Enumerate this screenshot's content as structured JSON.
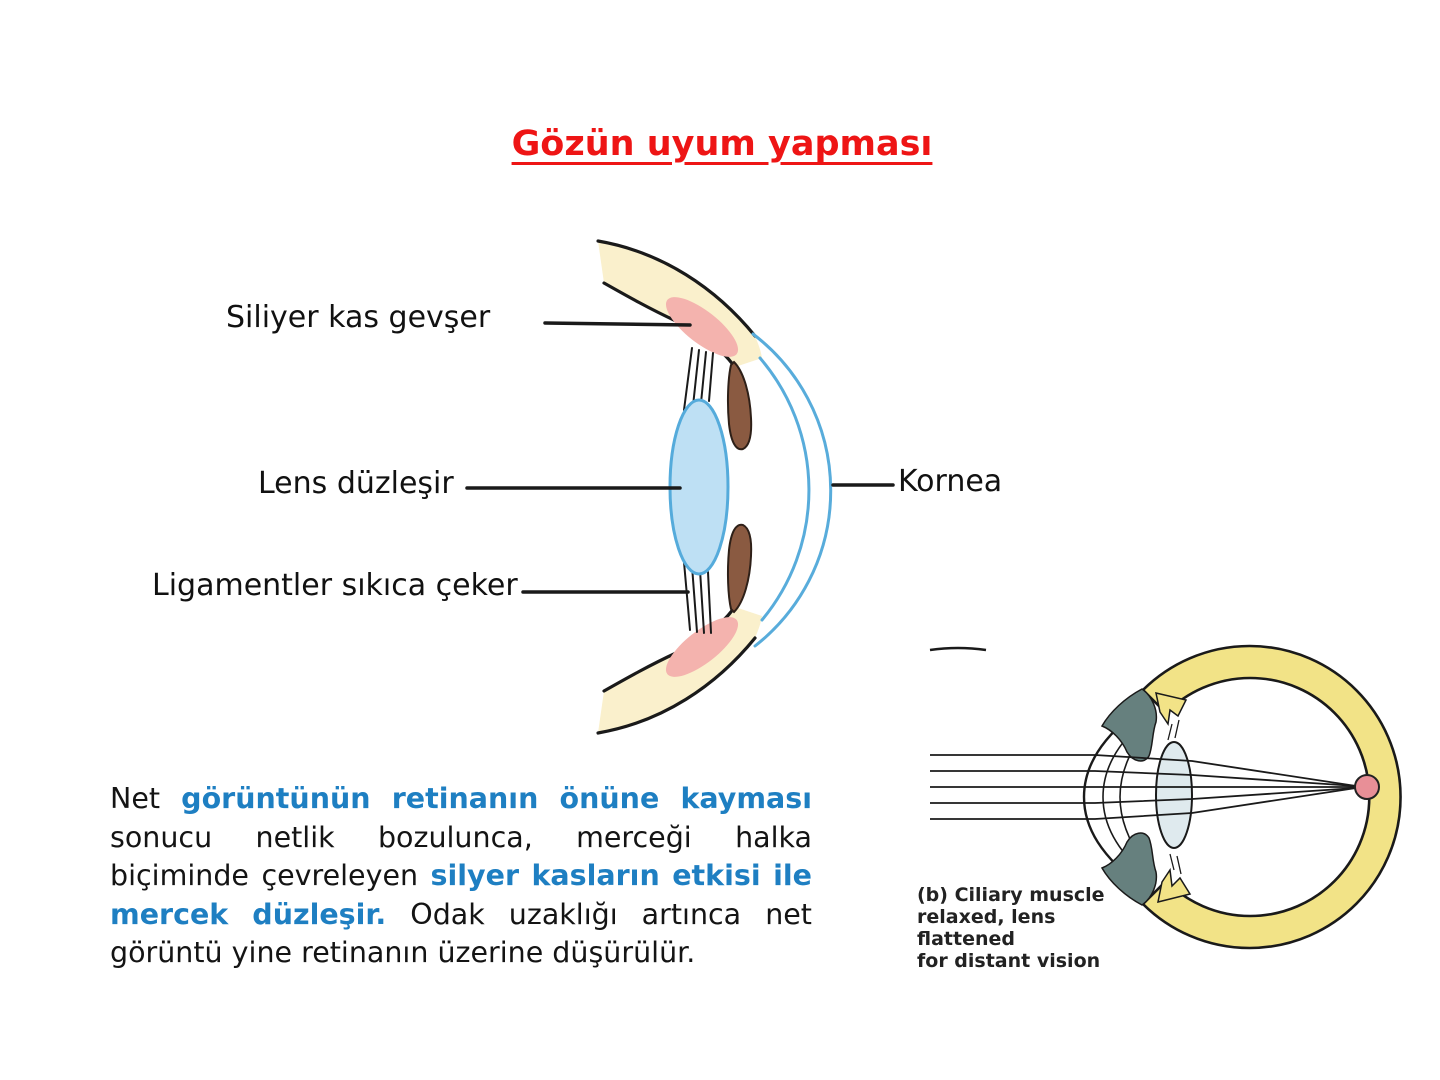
{
  "title": "Gözün uyum yapması",
  "colors": {
    "title_red": "#ee1515",
    "text_black": "#141414",
    "text_blue": "#1e7fc2",
    "sclera_cream": "#faf0cc",
    "ciliary_pink": "#f4b3ae",
    "iris_brown": "#8a5a41",
    "lens_blue_fill": "#bee0f4",
    "cornea_blue": "#58acdb",
    "sclera_yellow_b": "#f2e387",
    "ciliary_gray_b": "#66807e",
    "lens_pale_b": "#dfeaee",
    "focal_point_pink": "#e88f97"
  },
  "eye_diagram": {
    "labels": {
      "ciliary_muscle": "Siliyer kas gevşer",
      "lens": "Lens düzleşir",
      "ligaments": "Ligamentler sıkıca çeker",
      "cornea": "Kornea"
    }
  },
  "paragraph": {
    "l1": [
      "Net",
      "görüntünün",
      "retinanın",
      "önüne",
      "kayması"
    ],
    "l2": [
      "sonucu",
      "netlik",
      "bozulunca,",
      "merceği",
      "halka"
    ],
    "l3": [
      "biçiminde",
      "çevreleyen",
      "silyer",
      "kasların",
      "etkisi",
      "ile"
    ],
    "l4": [
      "mercek",
      "düzleşir.",
      "Odak",
      "uzaklığı",
      "artınca",
      "net"
    ],
    "l5": "görüntü yine retinanın üzerine düşürülür."
  },
  "ray_diagram": {
    "caption": "(b) Ciliary muscle\nrelaxed, lens flattened\nfor distant vision"
  }
}
